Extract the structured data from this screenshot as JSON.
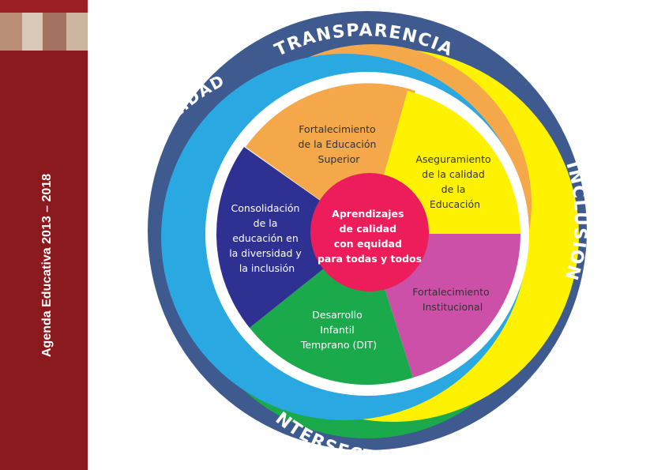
{
  "sidebar": {
    "title": "Agenda Educativa 2013 – 2018"
  },
  "diagram": {
    "outer_ring": {
      "color": "#3e5a8f",
      "labels": {
        "top": "TRANSPARENCIA",
        "right": "INCLUSIÓN",
        "bottom": "INTERSECTORIALIDAD",
        "left": "MULTILINGÜISMO EINTERCULTURALIDAD"
      }
    },
    "colors": {
      "orange": "#f4a849",
      "yellow": "#fff200",
      "green": "#1aaa4b",
      "blue_ring": "#2aa8e2",
      "navy": "#2e3192",
      "magenta": "#cc4fa8",
      "center": "#ed1c5a"
    },
    "segments": {
      "top": [
        "Fortalecimiento",
        "de la Educación",
        "Superior"
      ],
      "right_top": [
        "Aseguramiento",
        "de la calidad",
        "de la",
        "Educación"
      ],
      "right_bottom": [
        "Fortalecimiento",
        "Institucional"
      ],
      "bottom": [
        "Desarrollo",
        "Infantil",
        "Temprano (DIT)"
      ],
      "left": [
        "Consolidación",
        "de la",
        "educación en",
        "la diversidad y",
        "la inclusión"
      ]
    },
    "center": [
      "Aprendizajes",
      "de calidad",
      "con equidad",
      "para todas y todos"
    ]
  }
}
